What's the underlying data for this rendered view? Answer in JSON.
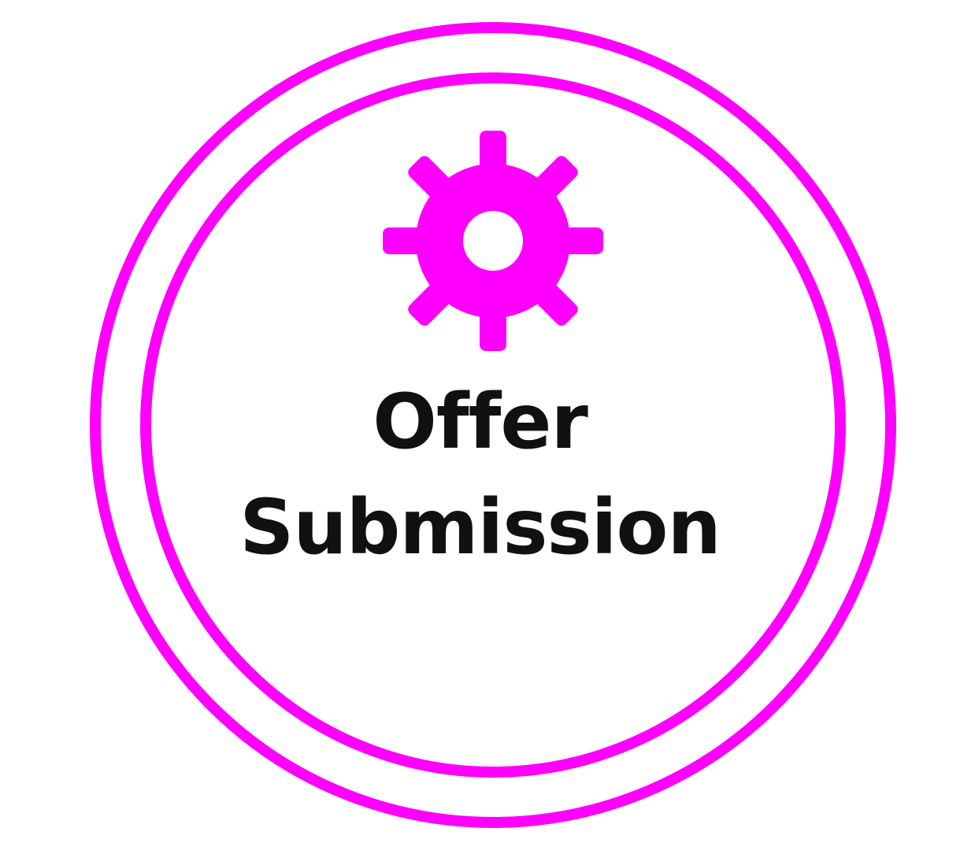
{
  "node": {
    "type": "bpmn-event-subprocess-intermediate",
    "accent_color": "#ff00ff",
    "text_color": "#111111",
    "icon": "gear-icon",
    "label_lines": [
      "Offer",
      "Submission"
    ]
  }
}
